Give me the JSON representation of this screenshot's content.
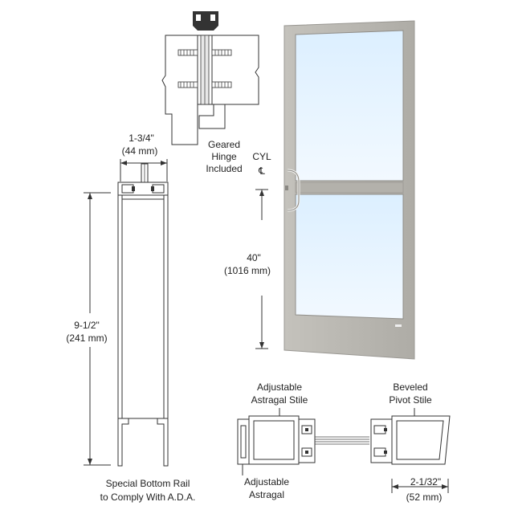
{
  "colors": {
    "frame": "#b8b6b0",
    "frame_edge": "#9a9893",
    "glass_top": "#dcefff",
    "glass_bottom": "#f2f9ff",
    "line": "#333333"
  },
  "hinge": {
    "label_line1": "Geared",
    "label_line2": "Hinge",
    "label_line3": "Included"
  },
  "cyl": {
    "label": "CYL",
    "centerline_symbol": "℄"
  },
  "dims": {
    "stile_width": "1-3/4\"",
    "stile_width_mm": "(44 mm)",
    "rail_height": "9-1/2\"",
    "rail_height_mm": "(241 mm)",
    "handle_height": "40\"",
    "handle_height_mm": "(1016 mm)",
    "pivot_width": "2-1/32\"",
    "pivot_width_mm": "(52 mm)"
  },
  "bottom_rail": {
    "line1": "Special Bottom Rail",
    "line2": "to Comply With A.D.A."
  },
  "astragal_stile": {
    "line1": "Adjustable",
    "line2": "Astragal Stile"
  },
  "pivot_stile": {
    "line1": "Beveled",
    "line2": "Pivot Stile"
  },
  "astragal": {
    "line1": "Adjustable",
    "line2": "Astragal"
  }
}
